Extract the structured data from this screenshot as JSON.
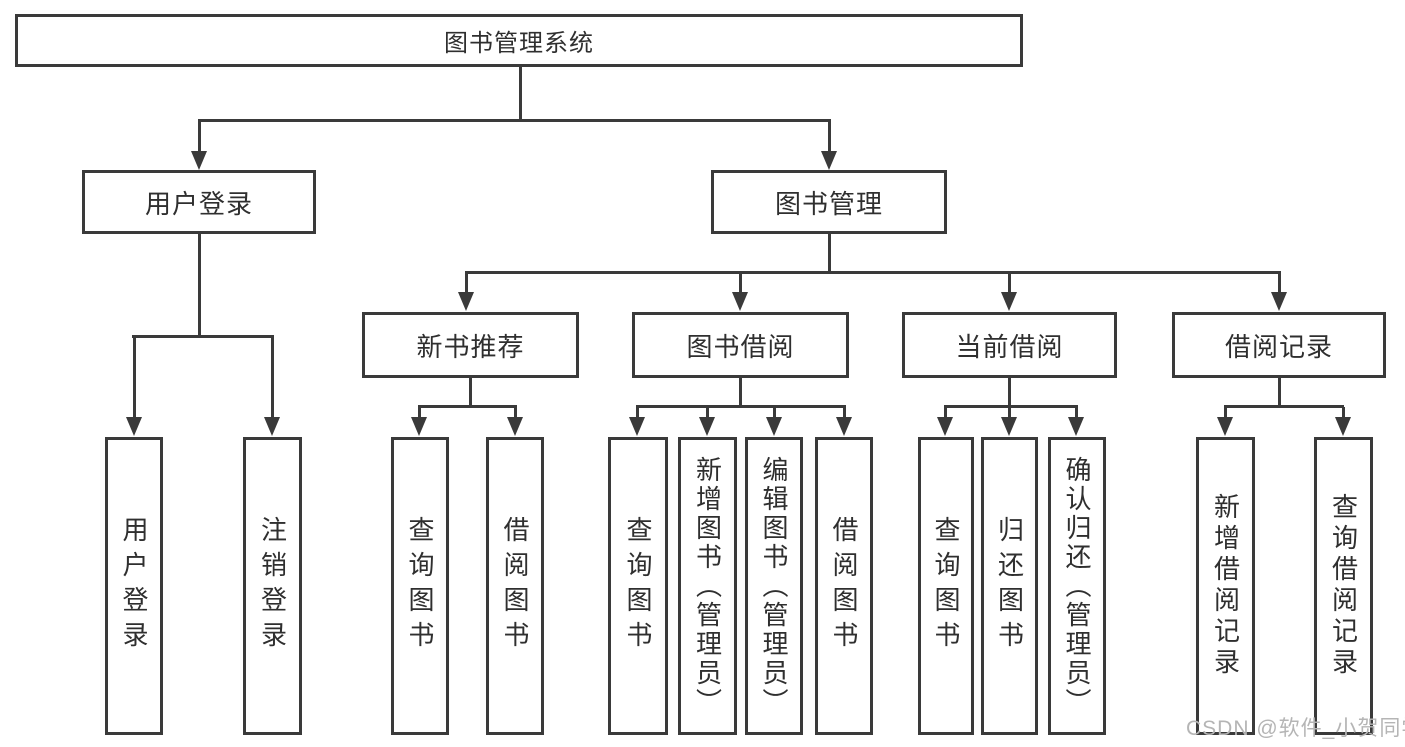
{
  "diagram": {
    "root": {
      "label": "图书管理系统"
    },
    "branches": [
      {
        "label": "用户登录"
      },
      {
        "label": "图书管理"
      }
    ],
    "modules": [
      {
        "label": "新书推荐"
      },
      {
        "label": "图书借阅"
      },
      {
        "label": "当前借阅"
      },
      {
        "label": "借阅记录"
      }
    ],
    "leaves": [
      {
        "label": "用户登录"
      },
      {
        "label": "注销登录"
      },
      {
        "label": "查询图书"
      },
      {
        "label": "借阅图书"
      },
      {
        "label": "查询图书"
      },
      {
        "label": "新增图书（管理员）"
      },
      {
        "label": "编辑图书（管理员）"
      },
      {
        "label": "借阅图书"
      },
      {
        "label": "查询图书"
      },
      {
        "label": "归还图书"
      },
      {
        "label": "确认归还（管理员）"
      },
      {
        "label": "新增借阅记录"
      },
      {
        "label": "查询借阅记录"
      }
    ]
  },
  "watermark": "CSDN @软件_小贺同学",
  "colors": {
    "line": "#3a3a3a",
    "text": "#2f2f2f",
    "watermark": "#b5b5b5",
    "background": "#ffffff"
  }
}
